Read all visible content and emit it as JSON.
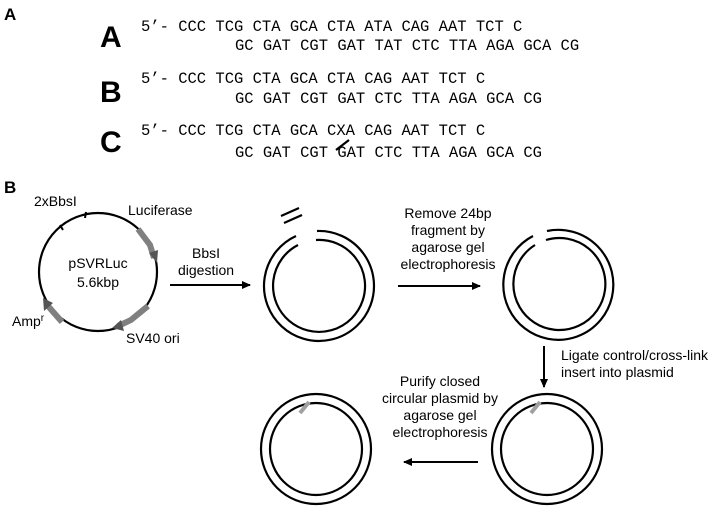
{
  "panel_a": {
    "label": "A",
    "rows": [
      {
        "letter": "A",
        "top": "5’- CCC TCG CTA GCA CTA ATA CAG AAT TCT C",
        "bottom": "GC GAT CGT GAT TAT CTC TTA AGA GCA CG"
      },
      {
        "letter": "B",
        "top": "5’- CCC TCG CTA GCA CTA CAG AAT TCT C",
        "bottom": "GC GAT CGT GAT CTC TTA AGA GCA CG"
      },
      {
        "letter": "C",
        "top_prefix": "5’- CCC TCG CTA GCA C",
        "top_x": "X",
        "top_suffix": "A CAG AAT TCT C",
        "bottom": "GC GAT CGT GAT CTC TTA AGA GCA CG"
      }
    ]
  },
  "panel_b": {
    "label": "B",
    "plasmid": {
      "name": "pSVRLuc",
      "size": "5.6kbp"
    },
    "feature_labels": {
      "sites": "2xBbsI",
      "luciferase": "Luciferase",
      "amp_main": "Amp",
      "amp_sup": "r",
      "sv40": "SV40 ori"
    },
    "steps": {
      "digestion": [
        "BbsI",
        "digestion"
      ],
      "remove": [
        "Remove 24bp",
        "fragment by",
        "agarose gel",
        "electrophoresis"
      ],
      "ligate": [
        "Ligate control/cross-link",
        "insert into plasmid"
      ],
      "purify": [
        "Purify closed",
        "circular plasmid by",
        "agarose gel",
        "electrophoresis"
      ]
    },
    "colors": {
      "line": "#000000",
      "feature_gray": "#808080",
      "insert_gray": "#a0a0a0"
    }
  }
}
